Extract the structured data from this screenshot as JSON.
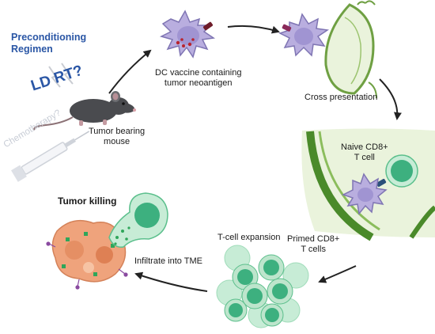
{
  "labels": {
    "preconditioning": [
      "Preconditioning",
      "Regimen"
    ],
    "ld_rt": "LD RT?",
    "chemotherapy": "Chemotherapy?",
    "mouse": [
      "Tumor bearing",
      "mouse"
    ],
    "dc_vaccine": [
      "DC vaccine containing",
      "tumor neoantigen"
    ],
    "cross_presentation": "Cross presentation",
    "naive_cell": [
      "Naive CD8+",
      "T cell"
    ],
    "primed_cells": [
      "Primed CD8+",
      "T cells"
    ],
    "expansion": "T-cell expansion",
    "tumor_killing": "Tumor killing",
    "infiltrate": "Infiltrate into TME"
  },
  "colors": {
    "regimen_text": "#2a56a5",
    "dc_cell": "#b9aedf",
    "node_fill": "#eaf3dc",
    "node_edge": "#6fa043",
    "t_cell": "#3db07f",
    "tumor": "#efa37c"
  }
}
